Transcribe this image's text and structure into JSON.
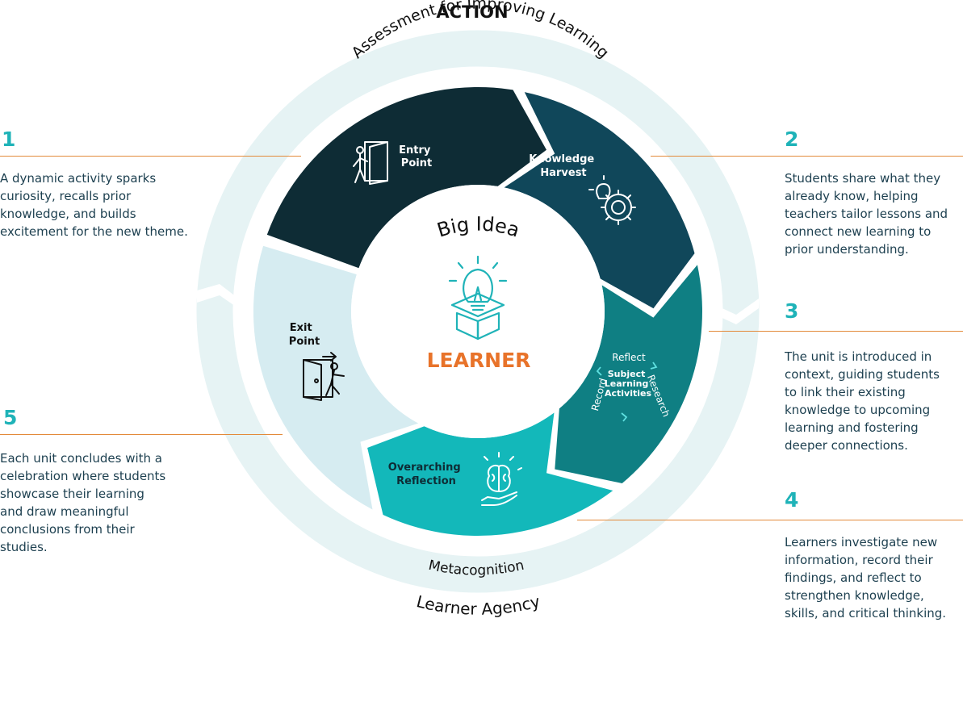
{
  "title": "ACTION",
  "outer_ring": {
    "top_label": "Assessment for Improving Learning",
    "bottom_label": "Metacognition",
    "outside_bottom_label": "Learner Agency"
  },
  "center": {
    "heading": "Big Idea",
    "label": "LEARNER"
  },
  "segments": {
    "entry": {
      "line1": "Entry",
      "line2": "Point"
    },
    "harvest": {
      "line1": "Knowledge",
      "line2": "Harvest"
    },
    "subject": {
      "line1": "Subject",
      "line2": "Learning",
      "line3": "Activities",
      "cycle_reflect": "Reflect",
      "cycle_research": "Research",
      "cycle_record": "Record"
    },
    "reflection": {
      "line1": "Overarching",
      "line2": "Reflection"
    },
    "exit": {
      "line1": "Exit",
      "line2": "Point"
    }
  },
  "steps": [
    {
      "number": "1",
      "lines": [
        "A dynamic activity sparks",
        "curiosity, recalls prior",
        "knowledge, and builds",
        "excitement for the new theme."
      ]
    },
    {
      "number": "2",
      "lines": [
        "Students share what they",
        "already know, helping",
        "teachers tailor lessons and",
        "connect new learning to",
        "prior understanding."
      ]
    },
    {
      "number": "3",
      "lines": [
        "The unit is introduced in",
        "context, guiding students",
        "to link their existing",
        "knowledge to upcoming",
        "learning and fostering",
        "deeper connections."
      ]
    },
    {
      "number": "4",
      "lines": [
        "Learners investigate new",
        "information, record their",
        "findings, and reflect to",
        "strengthen knowledge,",
        "skills, and critical thinking."
      ]
    },
    {
      "number": "5",
      "lines": [
        "Each unit concludes with a",
        "celebration where students",
        "showcase their learning",
        "and draw meaningful",
        "conclusions from their",
        "studies."
      ]
    }
  ],
  "colors": {
    "ring_bg": "#e6f3f4",
    "entry": "#0e2c35",
    "harvest": "#10475a",
    "subject": "#0f7f83",
    "reflection": "#13b8ba",
    "exit": "#d6ecf1",
    "accent_teal": "#1fb3b8",
    "accent_orange": "#e8732a",
    "leader_line": "#e38a3a",
    "text_dark": "#1c3f4f"
  }
}
